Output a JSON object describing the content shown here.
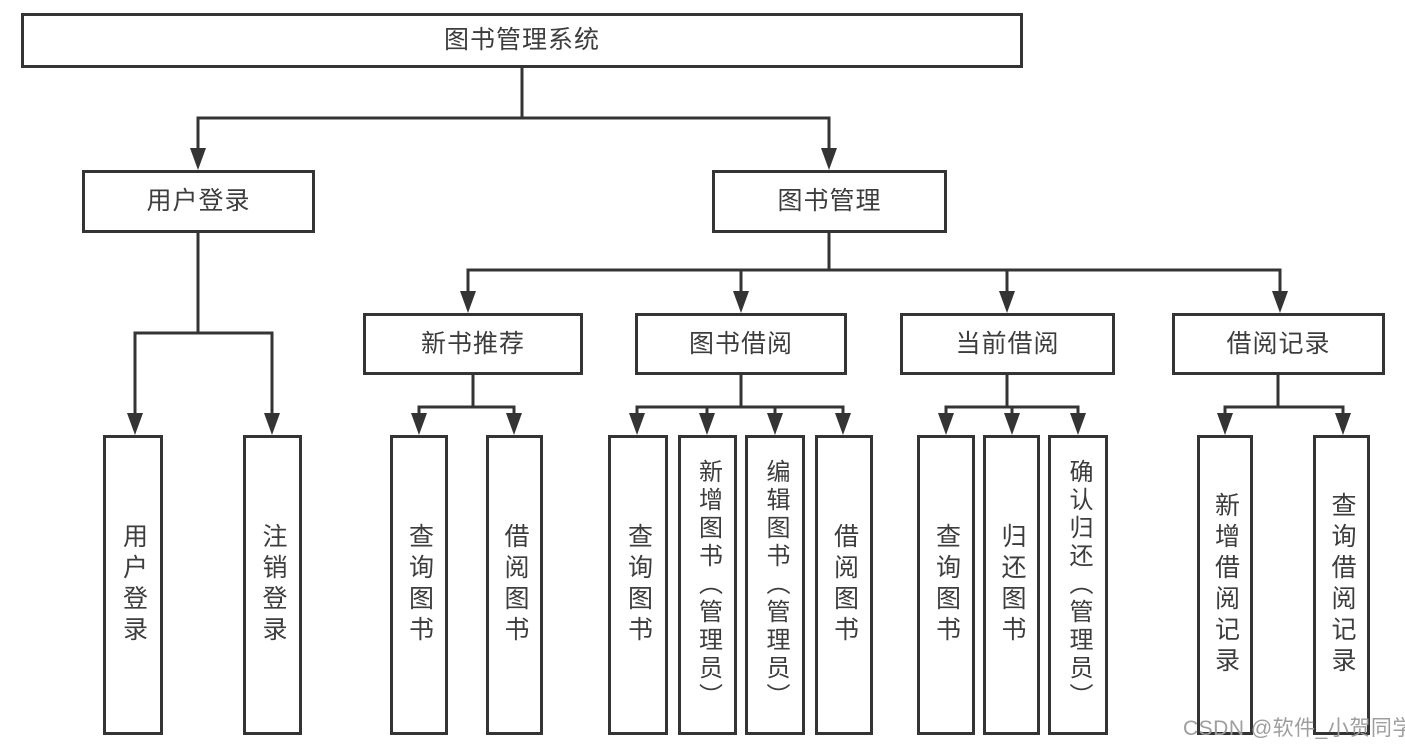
{
  "diagram": {
    "type": "hierarchy-tree",
    "line_color": "#343434",
    "text_color": "#3d3d3d",
    "background": "#ffffff"
  },
  "tree": {
    "label": "图书管理系统",
    "children": [
      {
        "label": "用户登录",
        "children": [
          {
            "label": "用户登录"
          },
          {
            "label": "注销登录"
          }
        ]
      },
      {
        "label": "图书管理",
        "children": [
          {
            "label": "新书推荐",
            "children": [
              {
                "label": "查询图书"
              },
              {
                "label": "借阅图书"
              }
            ]
          },
          {
            "label": "图书借阅",
            "children": [
              {
                "label": "查询图书"
              },
              {
                "label": "新增图书（管理员）"
              },
              {
                "label": "编辑图书（管理员）"
              },
              {
                "label": "借阅图书"
              }
            ]
          },
          {
            "label": "当前借阅",
            "children": [
              {
                "label": "查询图书"
              },
              {
                "label": "归还图书"
              },
              {
                "label": "确认归还（管理员）"
              }
            ]
          },
          {
            "label": "借阅记录",
            "children": [
              {
                "label": "新增借阅记录"
              },
              {
                "label": "查询借阅记录"
              }
            ]
          }
        ]
      }
    ]
  },
  "watermark": {
    "text": "CSDN @软件_小贺同学"
  }
}
